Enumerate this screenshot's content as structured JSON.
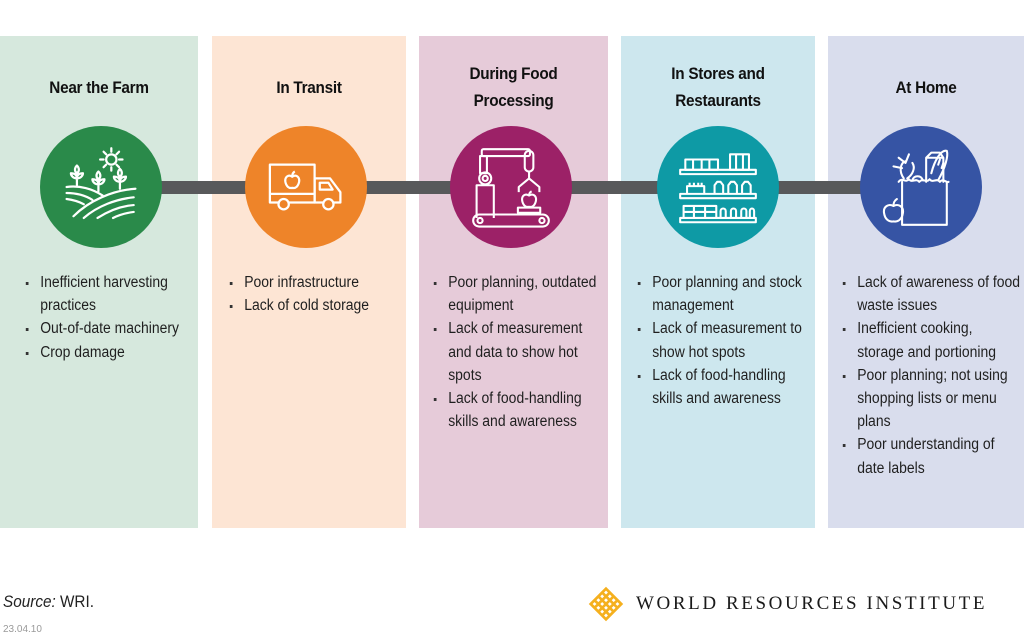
{
  "stages": [
    {
      "title_lines": [
        "Near the Farm"
      ],
      "icon": "farm-field-icon",
      "panel_color": "#d6e8dd",
      "circle_color": "#2a8a4a",
      "bullets": [
        "Inefficient harvesting practices",
        "Out-of-date machinery",
        "Crop damage"
      ]
    },
    {
      "title_lines": [
        "In Transit"
      ],
      "icon": "delivery-truck-icon",
      "panel_color": "#fde5d4",
      "circle_color": "#ee8429",
      "bullets": [
        "Poor infrastructure",
        "Lack of cold storage"
      ]
    },
    {
      "title_lines": [
        "During Food",
        "Processing"
      ],
      "icon": "robotic-arm-conveyor-icon",
      "panel_color": "#e6cbd9",
      "circle_color": "#9c2167",
      "bullets": [
        "Poor planning, outdated equipment",
        "Lack of measurement and data to show hot spots",
        "Lack of food-handling skills and awareness"
      ]
    },
    {
      "title_lines": [
        "In Stores and",
        "Restaurants"
      ],
      "icon": "store-shelves-icon",
      "panel_color": "#cde7ee",
      "circle_color": "#0e9aa5",
      "bullets": [
        "Poor planning and stock management",
        "Lack of measurement to show hot spots",
        "Lack of food-handling skills and awareness"
      ]
    },
    {
      "title_lines": [
        "At Home"
      ],
      "icon": "grocery-bag-icon",
      "panel_color": "#d9dded",
      "circle_color": "#3654a4",
      "bullets": [
        "Lack of awareness of food waste issues",
        "Inefficient cooking, storage and portioning",
        "Poor planning; not using shopping lists or menu plans",
        "Poor understanding of date labels"
      ]
    }
  ],
  "connector_color": "#58595b",
  "footer": {
    "source_label": "Source:",
    "source_value": " WRI.",
    "date": "23.04.10",
    "logo_text": "WORLD RESOURCES INSTITUTE",
    "logo_color": "#f5b01e"
  }
}
